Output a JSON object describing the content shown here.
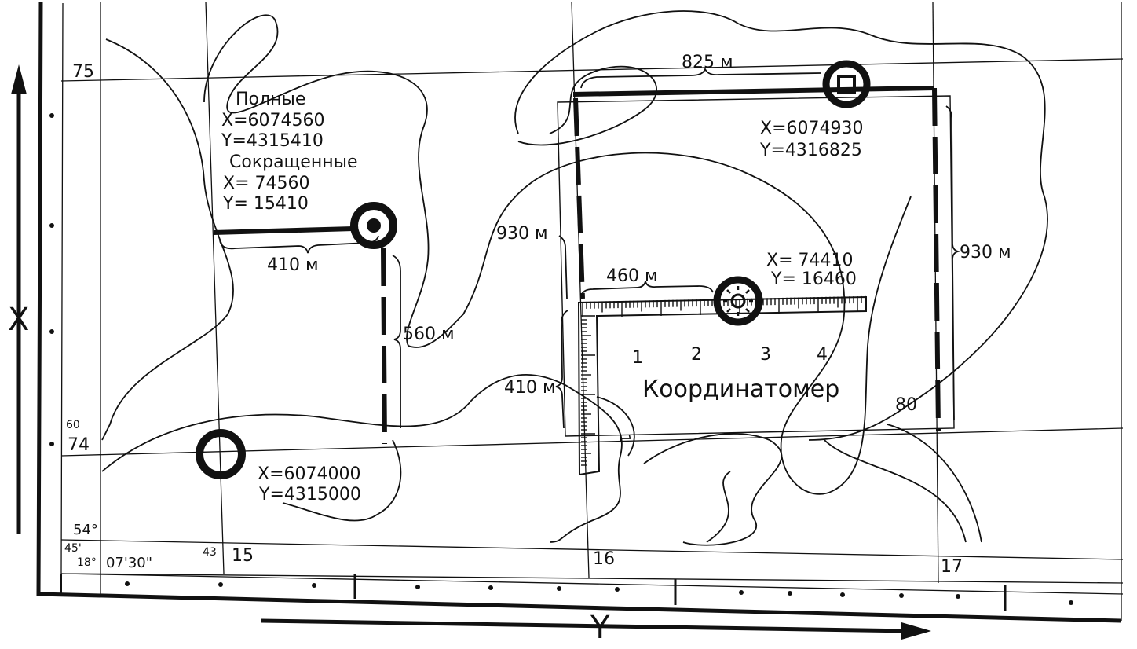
{
  "axes": {
    "x_label": "X",
    "y_label": "Y"
  },
  "grid_labels": {
    "north_75": "75",
    "north_74_small": "60",
    "north_74": "74",
    "east_15_small": "43",
    "east_15": "15",
    "east_16": "16",
    "east_17": "17",
    "corner_lat_deg": "54°",
    "corner_lat_min": "45'",
    "corner_lon_deg": "18°",
    "corner_lon_min": "07'30\""
  },
  "point_filled_circle": {
    "full_title": "Полные",
    "full_x": "X=6074560",
    "full_y": "Y=4315410",
    "short_title": "Сокращенные",
    "short_x": "X= 74560",
    "short_y": "Y= 15410",
    "dist_y": "410 м",
    "dist_x": "560 м"
  },
  "point_ring": {
    "x": "X=6074000",
    "y": "Y=4315000"
  },
  "point_square": {
    "x": "X=6074930",
    "y": "Y=4316825",
    "dist_y": "825 м",
    "dist_x_left": "930 м",
    "dist_x_right": "930 м"
  },
  "point_sun": {
    "x": "X= 74410",
    "y": "Y= 16460",
    "dist_y": "460 м",
    "dist_x": "410 м"
  },
  "ruler": {
    "title": "Координатомер",
    "ticks": [
      "1",
      "2",
      "3",
      "4"
    ],
    "vertical_label": "1"
  },
  "contour_label": "80"
}
